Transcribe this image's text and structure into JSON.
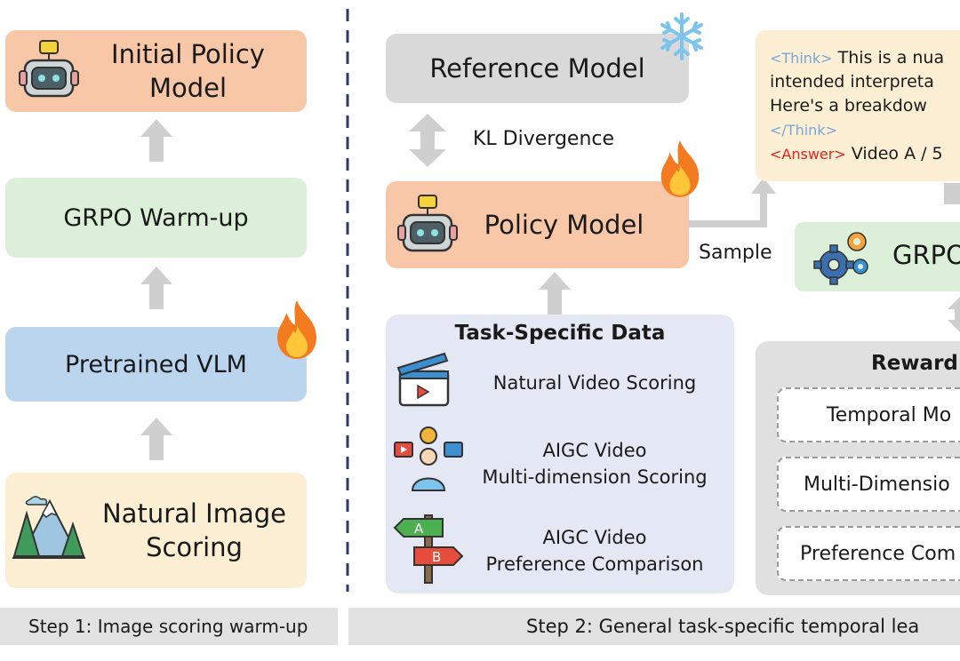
{
  "step1": {
    "initial_policy": "Initial Policy Model",
    "grpo_warmup": "GRPO Warm-up",
    "pretrained_vlm": "Pretrained VLM",
    "natural_image_scoring": "Natural Image Scoring",
    "footer": "Step 1: Image scoring warm-up"
  },
  "step2": {
    "reference_model": "Reference Model",
    "kl_divergence": "KL Divergence",
    "policy_model": "Policy Model",
    "sample": "Sample",
    "task_data": {
      "title": "Task-Specific Data",
      "items": [
        {
          "line1": "Natural Video Scoring",
          "line2": ""
        },
        {
          "line1": "AIGC Video",
          "line2": "Multi-dimension Scoring"
        },
        {
          "line1": "AIGC Video",
          "line2": "Preference Comparison"
        }
      ]
    },
    "output": {
      "think_open": "<Think>",
      "line1": "This is a nua",
      "line2": "intended interpreta",
      "line3": "Here's a breakdow",
      "think_close": "</Think>",
      "answer_tag": "<Answer>",
      "answer_text": "Video A / 5"
    },
    "grpo": "GRPO",
    "reward": {
      "title": "Reward",
      "items": [
        "Temporal Mo",
        "Multi-Dimensio",
        "Preference Com"
      ]
    },
    "footer": "Step 2: General task-specific temporal lea"
  },
  "colors": {
    "think_tag": "#7aa6d8",
    "answer_tag": "#e0241b",
    "divider": "#2d3a6e"
  }
}
